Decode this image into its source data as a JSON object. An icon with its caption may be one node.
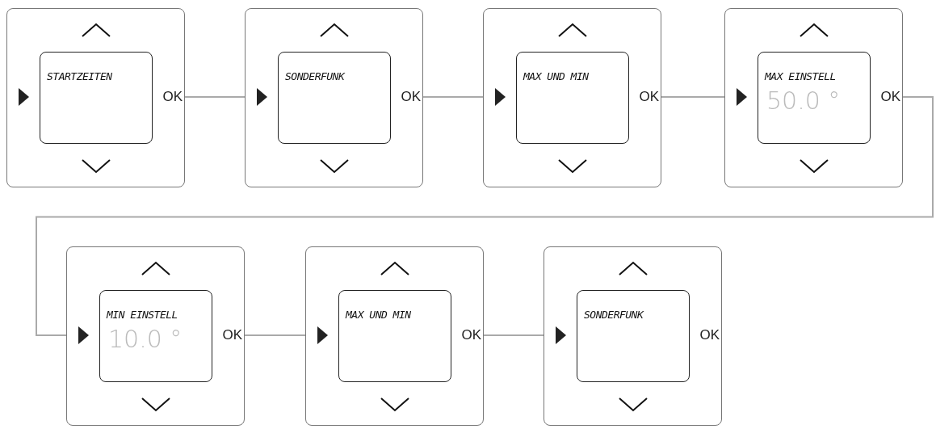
{
  "diagram": {
    "nodes": [
      {
        "text": [
          "OK"
        ]
      },
      {
        "text": [
          "STARTZEITEN"
        ],
        "in": 0
      },
      {
        "text": [
          "OK"
        ]
      },
      {
        "text": [
          "SONDERFUNK"
        ],
        "in": 2
      },
      {
        "text": [
          "OK"
        ]
      },
      {
        "text": [
          "MAX UND MIN"
        ],
        "in": 4
      },
      {
        "text": [
          "OK"
        ]
      },
      {
        "text": [
          "MAX EINSTELL",
          "50.0 °"
        ],
        "in": 6
      },
      {
        "text": [
          "OK"
        ]
      },
      {
        "text": [
          "MIN EINSTELL",
          "10.0 °"
        ],
        "in": 8
      },
      {
        "text": [
          "OK"
        ]
      },
      {
        "text": [
          "MAX UND MIN"
        ],
        "in": 10
      },
      {
        "text": [
          "OK"
        ]
      },
      {
        "text": [
          "SONDERFUNK"
        ],
        "in": 12
      }
    ],
    "edges": [
      {
        "from": 0,
        "to": 2,
        "arrow": "none"
      },
      {
        "from": 2,
        "to": 4,
        "arrow": "none"
      },
      {
        "from": 4,
        "to": 6,
        "arrow": "none"
      },
      {
        "from": 6,
        "to": 8,
        "arrow": "none"
      },
      {
        "from": 8,
        "to": 10,
        "arrow": "none"
      },
      {
        "from": 10,
        "to": 12,
        "arrow": "none"
      }
    ]
  }
}
